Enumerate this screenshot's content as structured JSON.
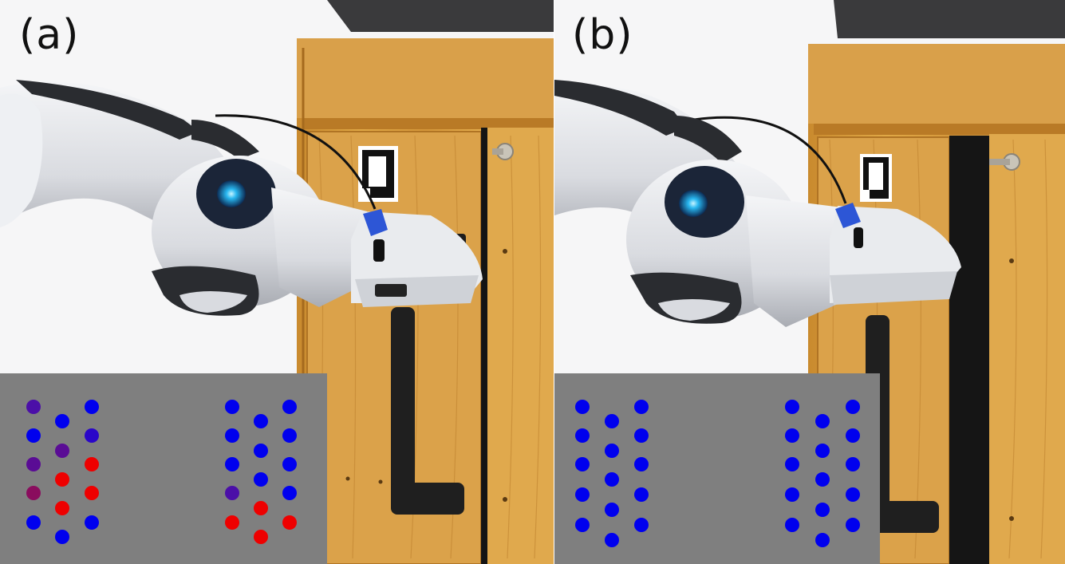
{
  "panels": [
    {
      "id": "a",
      "label": "(a)",
      "door_gap": "narrow",
      "taxels": [
        [
          {
            "color": "#4b0fa8"
          },
          {
            "color": "#0000ee"
          },
          {
            "color": "#0000ee"
          }
        ],
        [
          {
            "color": "#0000ee"
          },
          {
            "color": "#5a0c95"
          },
          {
            "color": "#2a06c9"
          }
        ],
        [
          {
            "color": "#5a0c95"
          },
          {
            "color": "#ee0000"
          },
          {
            "color": "#ee0000"
          }
        ],
        [
          {
            "color": "#8a0d5e"
          },
          {
            "color": "#ee0000"
          },
          {
            "color": "#ee0000"
          }
        ],
        [
          {
            "color": "#0000ee"
          },
          {
            "color": "#ee0000"
          },
          {
            "color": "#0000ee"
          }
        ],
        [
          {
            "color": "#0000ee"
          },
          {
            "color": "#0000ee"
          },
          {
            "color": "#0000ee"
          }
        ],
        [
          {
            "color": "#0000ee"
          },
          {
            "color": "#0000ee"
          },
          {
            "color": "#0000ee"
          }
        ],
        [
          {
            "color": "#0000ee"
          },
          {
            "color": "#0000ee"
          },
          {
            "color": "#0000ee"
          }
        ],
        [
          {
            "color": "#0000ee"
          },
          {
            "color": "#0000ee"
          },
          {
            "color": "#4b0fa8"
          }
        ],
        [
          {
            "color": "#0000ee"
          },
          {
            "color": "#ee0000"
          },
          {
            "color": "#ee0000"
          }
        ]
      ],
      "extra_taxels": [
        "#0000ee",
        "#ee0000"
      ]
    },
    {
      "id": "b",
      "label": "(b)",
      "door_gap": "wide",
      "taxels_all_color": "#0000ee"
    }
  ]
}
